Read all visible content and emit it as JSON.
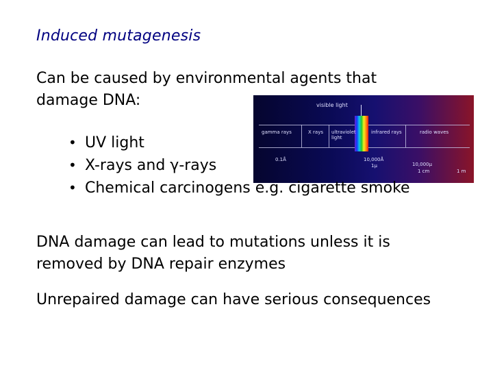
{
  "slide": {
    "title": "Induced mutagenesis",
    "intro": "Can be caused by environmental agents that damage DNA:",
    "bullets": [
      {
        "text": "UV light"
      },
      {
        "text": "X-rays and γ-rays"
      },
      {
        "text": "Chemical carcinogens e.g. cigarette smoke"
      }
    ],
    "para2": "DNA damage can lead to mutations unless it is removed by DNA repair enzymes",
    "para3": "Unrepaired damage can have serious consequences",
    "bullet_glyph": "•"
  },
  "spectrum": {
    "visible_label": "visible light",
    "bands": [
      "gamma rays",
      "X rays",
      "ultraviolet light",
      "infrared rays",
      "radio waves"
    ],
    "scale": [
      "0.1Å",
      "10,000Å",
      "1μ",
      "10,000μ",
      "1 cm",
      "1 m"
    ],
    "colors": {
      "dark": "#0a0a55",
      "warm": "#8a1428"
    }
  }
}
